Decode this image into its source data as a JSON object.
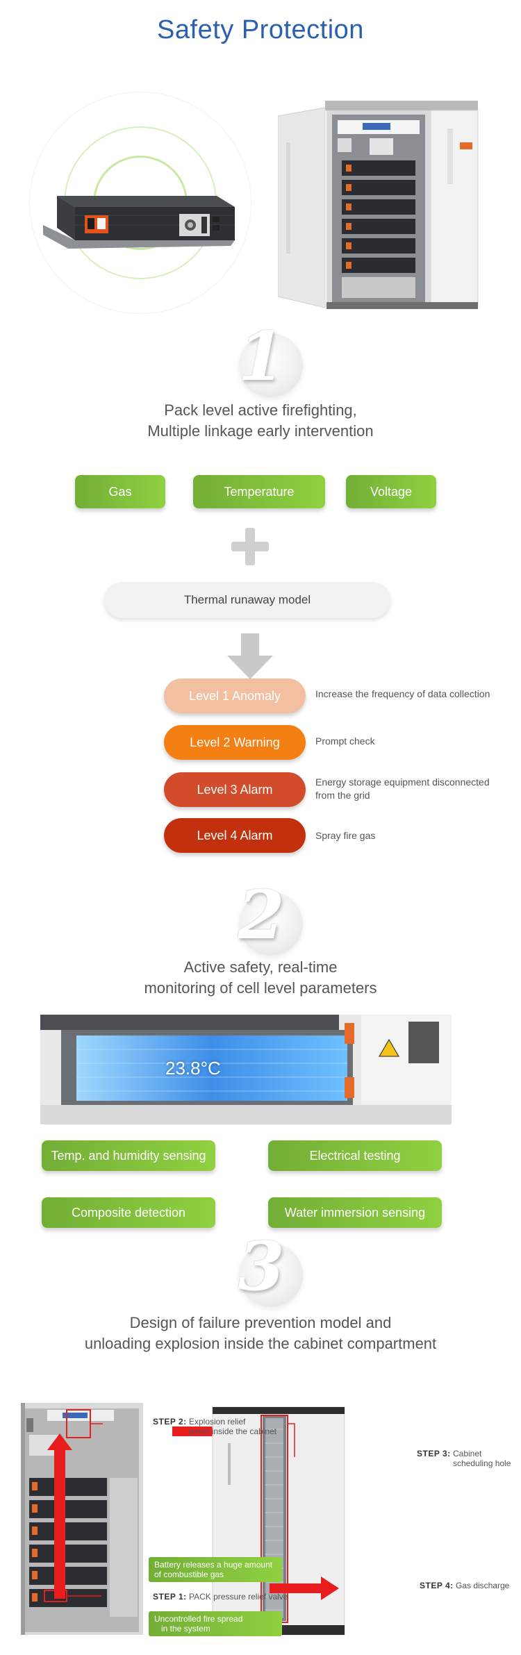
{
  "page": {
    "title": "Safety Protection"
  },
  "section1": {
    "number": "1",
    "title_line1": "Pack level active firefighting,",
    "title_line2": "Multiple linkage early intervention",
    "inputs": [
      "Gas",
      "Temperature",
      "Voltage"
    ],
    "model": "Thermal runaway model",
    "levels": [
      {
        "label": "Level 1 Anomaly",
        "desc": "Increase the frequency of data collection",
        "color": "#f2c0a1"
      },
      {
        "label": "Level 2 Warning",
        "desc": "Prompt check",
        "color": "#f47f13"
      },
      {
        "label": "Level 3 Alarm",
        "desc": "Energy storage equipment disconnected from the grid",
        "color": "#d24b2a"
      },
      {
        "label": "Level 4 Alarm",
        "desc": "Spray fire gas",
        "color": "#c2300e"
      }
    ]
  },
  "section2": {
    "number": "2",
    "title_line1": "Active safety, real-time",
    "title_line2": "monitoring of cell level parameters",
    "temperature": "23.8°C",
    "features": [
      "Temp. and humidity sensing",
      "Electrical testing",
      "Composite detection",
      "Water immersion sensing"
    ]
  },
  "section3": {
    "number": "3",
    "title_line1": "Design of failure prevention model and",
    "title_line2": "unloading explosion inside the cabinet compartment",
    "steps": {
      "step2_tag": "STEP 2:",
      "step2_text_1": "Explosion relief",
      "step2_text_2": "panel inside the cabinet",
      "step1_tag": "STEP 1:",
      "step1_text": "PACK pressure relief valve",
      "step3_tag": "STEP 3:",
      "step3_text_1": "Cabinet",
      "step3_text_2": "scheduling hole",
      "step4_tag": "STEP 4:",
      "step4_text": "Gas discharge"
    },
    "notes": {
      "note1_line1": "Battery releases a huge amount",
      "note1_line2": "of combustible gas",
      "note2_line1": "Uncontrolled fire spread",
      "note2_line2": "in the system"
    }
  },
  "colors": {
    "title_blue": "#2b5fb4",
    "green": "#7fbf3a",
    "red_arrow": "#e81d1d"
  }
}
